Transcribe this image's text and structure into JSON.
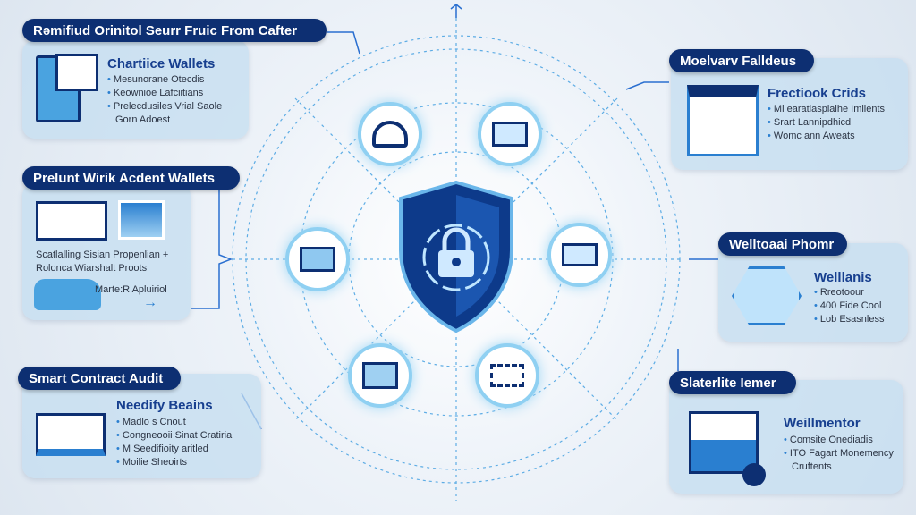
{
  "panels": [
    {
      "title": "Rəmifiud Orinitol Seurr Fruic From Cafter",
      "subtitle": "Chartiice Wallets",
      "items": [
        "Mesunorane Otecdis",
        "Keownioe Lafciitians",
        "Prelecdusiles Vrial Saole"
      ],
      "extra": "Gorn Adoest"
    },
    {
      "title": "Prelunt Wirik Acdent Wallets",
      "lines": [
        "Scatlalling Sisian Propenlian +",
        "Rolonca Wiarshalt Proots"
      ],
      "caption": "Marte:R Apluiriol"
    },
    {
      "title": "Smart Contract Audit",
      "subtitle": "Needify Beains",
      "items": [
        "Madlo s Cnout",
        "Congneooii Sinat Cratirial",
        "M Seedifioity aritled",
        "Moilie Sheoirts"
      ]
    },
    {
      "title": "Moelvarv Falldeus",
      "subtitle": "Frectiook Crids",
      "items": [
        "Mi earatiaspiaihe Imlients",
        "Srart Lannipdhicd",
        "Womc ann Aweats"
      ]
    },
    {
      "title": "Welltoaai Phomr",
      "subtitle": "Welllanis",
      "items": [
        "Rreotoour",
        "400 Fide Cool",
        "Lob Esasnless"
      ]
    },
    {
      "title": "Slaterlite Iemer",
      "subtitle": "Weillmentor",
      "items": [
        "Comsite Onediadis",
        "ITO Fagart Monemency"
      ],
      "extra": "Cruftents"
    }
  ],
  "colors": {
    "navy": "#0d2f72",
    "accent": "#2a7fd0",
    "ring": "#8fd0f2"
  }
}
